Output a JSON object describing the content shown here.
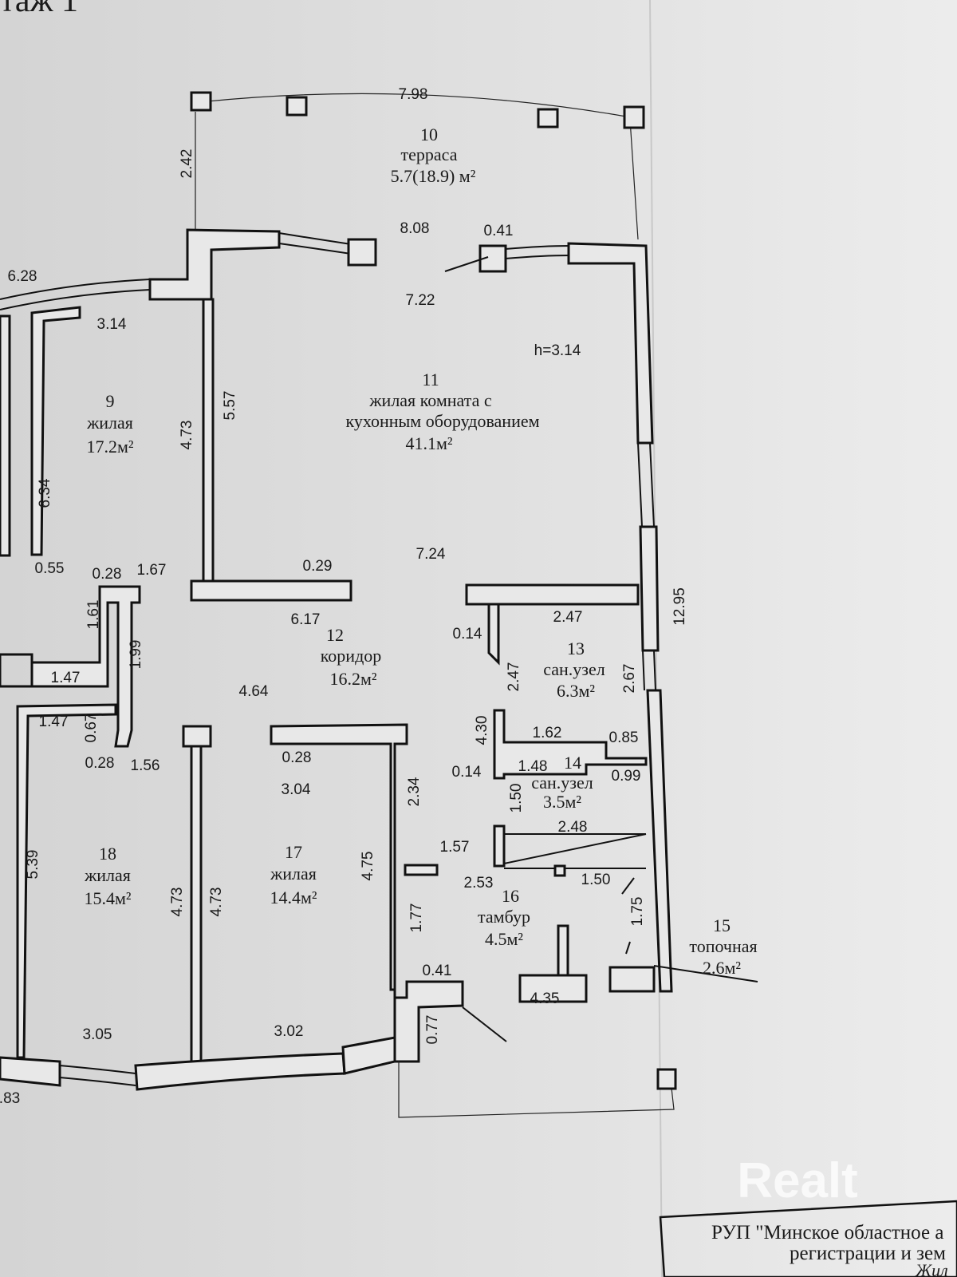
{
  "sheet": {
    "floor_heading": "таж 1"
  },
  "rooms": [
    {
      "number": "10",
      "name": "терраса",
      "area": "5.7(18.9) м²"
    },
    {
      "number": "11",
      "name": "жилая комната с",
      "name2": "кухонным оборудованием",
      "area": "41.1м²"
    },
    {
      "number": "9",
      "name": "жилая",
      "area": "17.2м²"
    },
    {
      "number": "12",
      "name": "коридор",
      "area": "16.2м²"
    },
    {
      "number": "13",
      "name": "сан.узел",
      "area": "6.3м²"
    },
    {
      "number": "14",
      "name": "сан.узел",
      "area": "3.5м²"
    },
    {
      "number": "18",
      "name": "жилая",
      "area": "15.4м²"
    },
    {
      "number": "17",
      "name": "жилая",
      "area": "14.4м²"
    },
    {
      "number": "16",
      "name": "тамбур",
      "area": "4.5м²"
    },
    {
      "number": "15",
      "name": "топочная",
      "area": "2.6м²"
    }
  ],
  "dims": [
    "7.98",
    "2.42",
    "8.08",
    "0.41",
    "6.28",
    "7.22",
    "3.14",
    "h=3.14",
    "4.73",
    "5.57",
    "6.34",
    "0.55",
    "0.28",
    "1.67",
    "0.29",
    "7.24",
    "6.17",
    "2.47",
    "1.61",
    "1.99",
    "0.14",
    "12.95",
    "2.47",
    "2.67",
    "1.47",
    "4.64",
    "4.30",
    "1.47",
    "0.67",
    "1.62",
    "0.85",
    "0.28",
    "1.56",
    "0.28",
    "0.14",
    "1.48",
    "0.99",
    "3.04",
    "2.34",
    "1.50",
    "2.48",
    "1.57",
    "5.39",
    "2.53",
    "1.50",
    "4.73",
    "4.73",
    "4.75",
    "1.77",
    "1.75",
    "0.41",
    "3.05",
    "3.02",
    "4.35",
    "0.77",
    ".83"
  ],
  "stamp": {
    "line1": "РУП \"Минское областное а",
    "line2": "регистрации и зем",
    "line3": "Жил"
  },
  "watermark": "Realt",
  "colors": {
    "paper_left": "#d6d6d6",
    "paper_right": "#ececec",
    "ink": "#111111"
  }
}
